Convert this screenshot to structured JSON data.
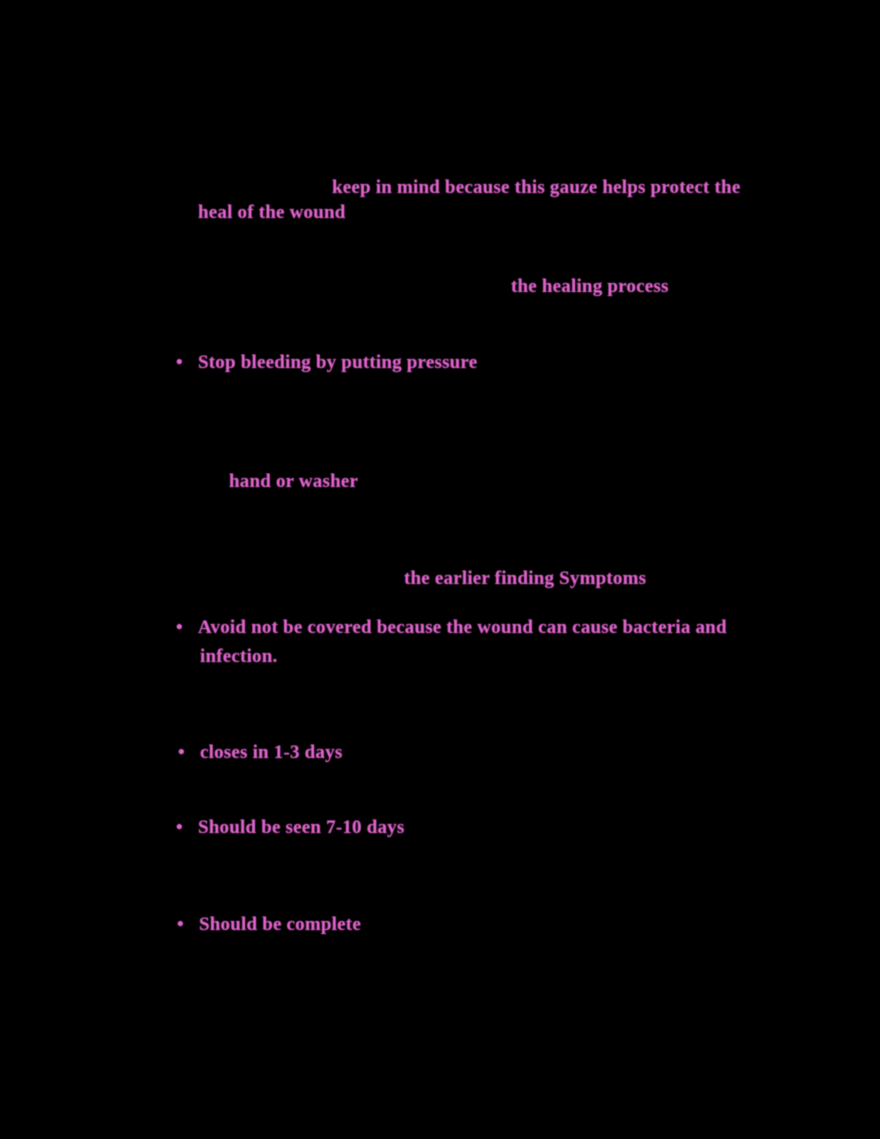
{
  "colors": {
    "background": "#000000",
    "text": "#df63cc"
  },
  "slide": {
    "title": {
      "line_1": "keep in mind because this gauze helps protect the",
      "line_2": "heal of the wound"
    },
    "sections": [
      {
        "id": "healing",
        "heading": "the healing process"
      },
      {
        "id": "symptoms",
        "heading": "the earlier  finding  Symptoms"
      }
    ],
    "bullets": [
      {
        "marker": "•",
        "text": "Stop bleeding by putting pressure"
      },
      {
        "marker": "•",
        "text": "Avoid not be covered because the wound can cause bacteria and"
      },
      {
        "marker": "•",
        "text": "closes in 1-3 days"
      },
      {
        "marker": "•",
        "text": "Should be seen 7-10 days"
      },
      {
        "marker": "•",
        "text": "Should be complete"
      }
    ],
    "bullet_2_continuation": "infection.",
    "sub_note": "hand or washer"
  }
}
